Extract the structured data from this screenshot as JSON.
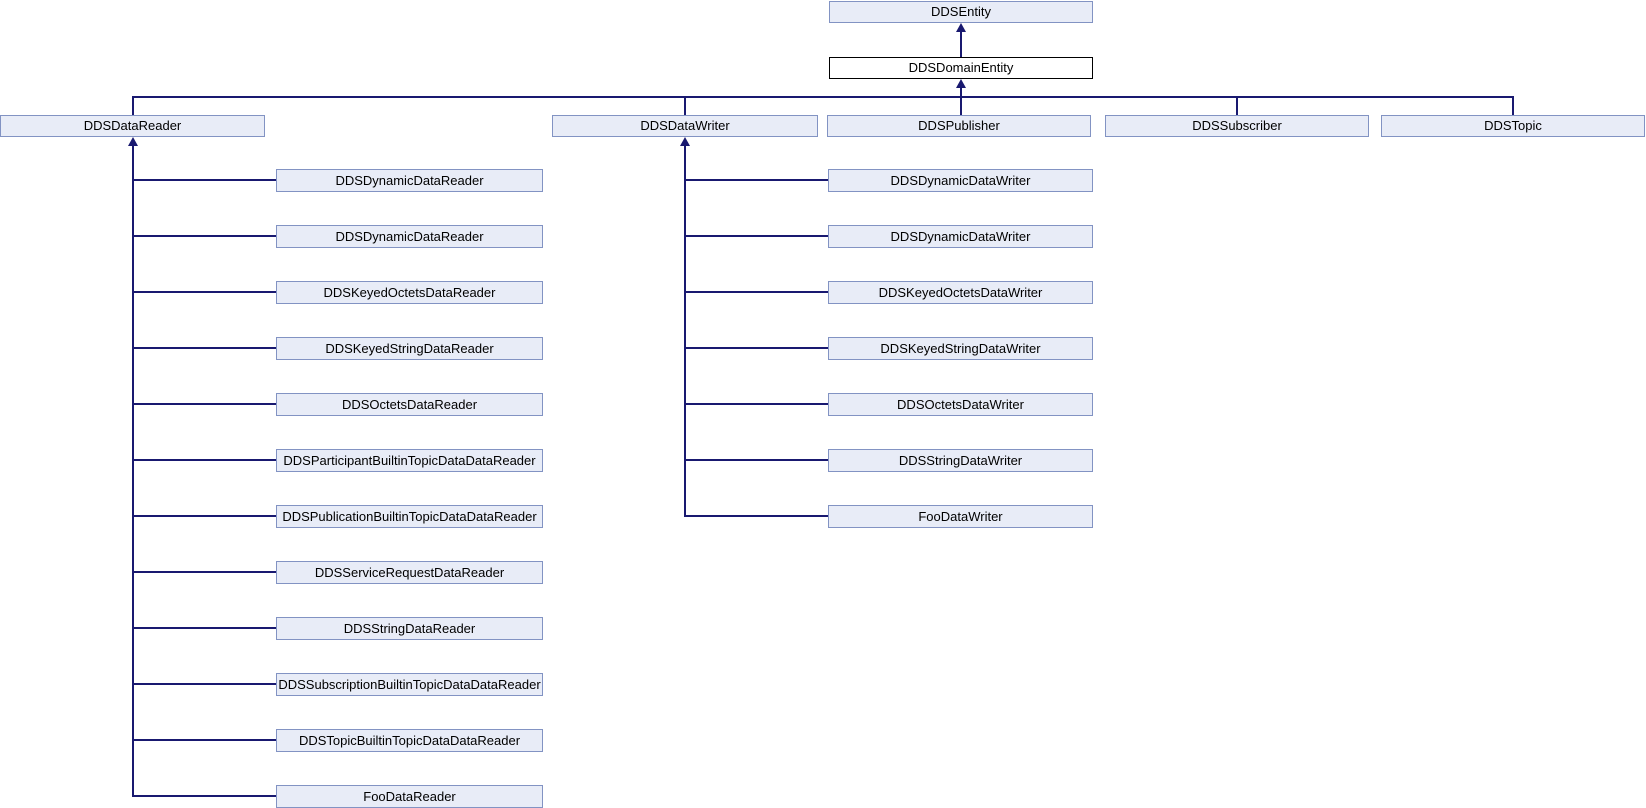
{
  "diagram": {
    "type": "class-inheritance-diagram",
    "colors": {
      "node_fill": "#e8ecf7",
      "node_border": "#8293c3",
      "focus_fill": "#ffffff",
      "focus_border": "#000000",
      "edge": "#191970",
      "text": "#000000",
      "background": "#ffffff"
    }
  },
  "nodes": {
    "entity": "DDSEntity",
    "domain_entity": "DDSDomainEntity",
    "data_reader": "DDSDataReader",
    "data_writer": "DDSDataWriter",
    "publisher": "DDSPublisher",
    "subscriber": "DDSSubscriber",
    "topic": "DDSTopic",
    "reader_children": [
      "DDSDynamicDataReader",
      "DDSDynamicDataReader",
      "DDSKeyedOctetsDataReader",
      "DDSKeyedStringDataReader",
      "DDSOctetsDataReader",
      "DDSParticipantBuiltinTopicDataDataReader",
      "DDSPublicationBuiltinTopicDataDataReader",
      "DDSServiceRequestDataReader",
      "DDSStringDataReader",
      "DDSSubscriptionBuiltinTopicDataDataReader",
      "DDSTopicBuiltinTopicDataDataReader",
      "FooDataReader"
    ],
    "writer_children": [
      "DDSDynamicDataWriter",
      "DDSDynamicDataWriter",
      "DDSKeyedOctetsDataWriter",
      "DDSKeyedStringDataWriter",
      "DDSOctetsDataWriter",
      "DDSStringDataWriter",
      "FooDataWriter"
    ]
  }
}
